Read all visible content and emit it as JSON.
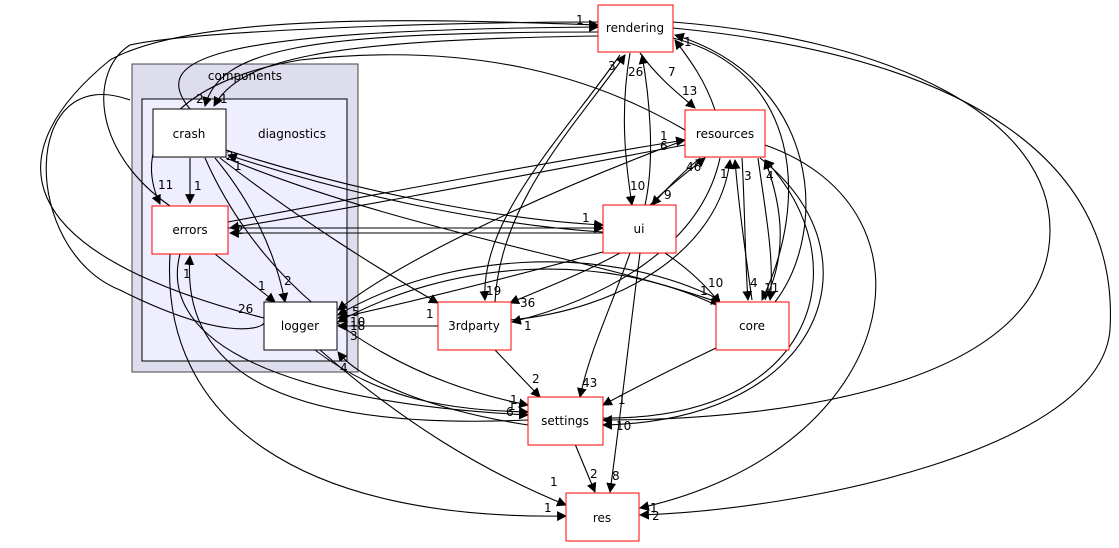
{
  "clusters": {
    "components": "components",
    "diagnostics": "diagnostics"
  },
  "colors": {
    "outer_cluster_fill": "#ddddee",
    "outer_cluster_stroke": "#444444",
    "inner_cluster_fill": "#eeeeff",
    "inner_cluster_stroke": "#000000",
    "node_border_red": "#ff0000",
    "node_border_black": "#000000",
    "edge": "#000000"
  },
  "nodes": {
    "rendering": "rendering",
    "crash": "crash",
    "resources": "resources",
    "errors": "errors",
    "ui": "ui",
    "logger": "logger",
    "thirdparty": "3rdparty",
    "core": "core",
    "settings": "settings",
    "res": "res"
  },
  "edge_labels": {
    "rendering_in_1": "1",
    "crash_top_2": "2",
    "crash_top_1": "1",
    "crash_rendering_1": "1",
    "rendering_3": "3",
    "rendering_26": "26",
    "rendering_7": "7",
    "resources_13": "13",
    "resources_1": "1",
    "resources_6": "6",
    "resources_46": "46",
    "resources_1b": "1",
    "resources_3": "3",
    "resources_4": "4",
    "crash_bottom_2": "2",
    "crash_bottom_1": "1",
    "errors_11": "11",
    "errors_1": "1",
    "errors_2": "2",
    "ui_10": "10",
    "ui_9": "9",
    "ui_1": "1",
    "logger_1": "1",
    "logger_2": "2",
    "logger_26": "26",
    "logger_5": "5",
    "logger_10": "10",
    "logger_18": "18",
    "logger_3": "3",
    "thirdparty_1": "1",
    "thirdparty_19": "19",
    "thirdparty_36": "36",
    "thirdparty_1b": "1",
    "core_1": "1",
    "core_10": "10",
    "core_4": "4",
    "core_11": "11",
    "logger_4": "4",
    "errors_1b": "1",
    "settings_2": "2",
    "settings_43": "43",
    "settings_1": "1",
    "settings_1b": "1",
    "settings_6": "6",
    "settings_10": "10",
    "ui_1b": "1",
    "res_2": "2",
    "res_8": "8",
    "res_1": "1",
    "res_1b": "1",
    "res_1c": "1",
    "res_2b": "2"
  }
}
